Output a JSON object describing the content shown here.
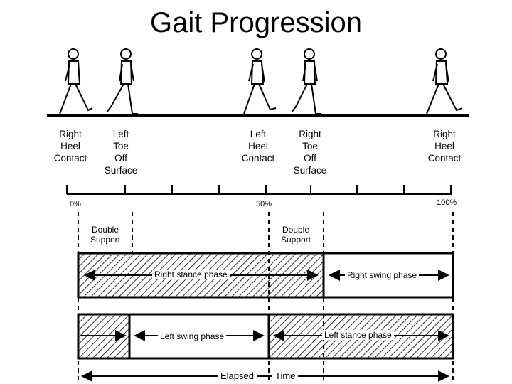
{
  "title": "Gait Progression",
  "events": [
    {
      "lines": [
        "Right",
        "Heel",
        "Contact"
      ]
    },
    {
      "lines": [
        "Left",
        "Toe",
        "Off",
        "Surface"
      ]
    },
    {
      "lines": [
        "Left",
        "Heel",
        "Contact"
      ]
    },
    {
      "lines": [
        "Right",
        "Toe",
        "Off",
        "Surface"
      ]
    },
    {
      "lines": [
        "Right",
        "Heel",
        "Contact"
      ]
    }
  ],
  "scale": {
    "start": "0%",
    "mid": "50%",
    "end": "100%"
  },
  "double_support": {
    "lines": [
      "Double",
      "Support"
    ]
  },
  "bars": {
    "right_stance": "Right stance phase",
    "right_swing": "Right swing phase",
    "left_swing": "Left swing phase",
    "left_stance": "Left stance phase"
  },
  "elapsed": {
    "word1": "Elapsed",
    "word2": "Time"
  },
  "colors": {
    "ink": "#000000",
    "background": "#ffffff"
  }
}
